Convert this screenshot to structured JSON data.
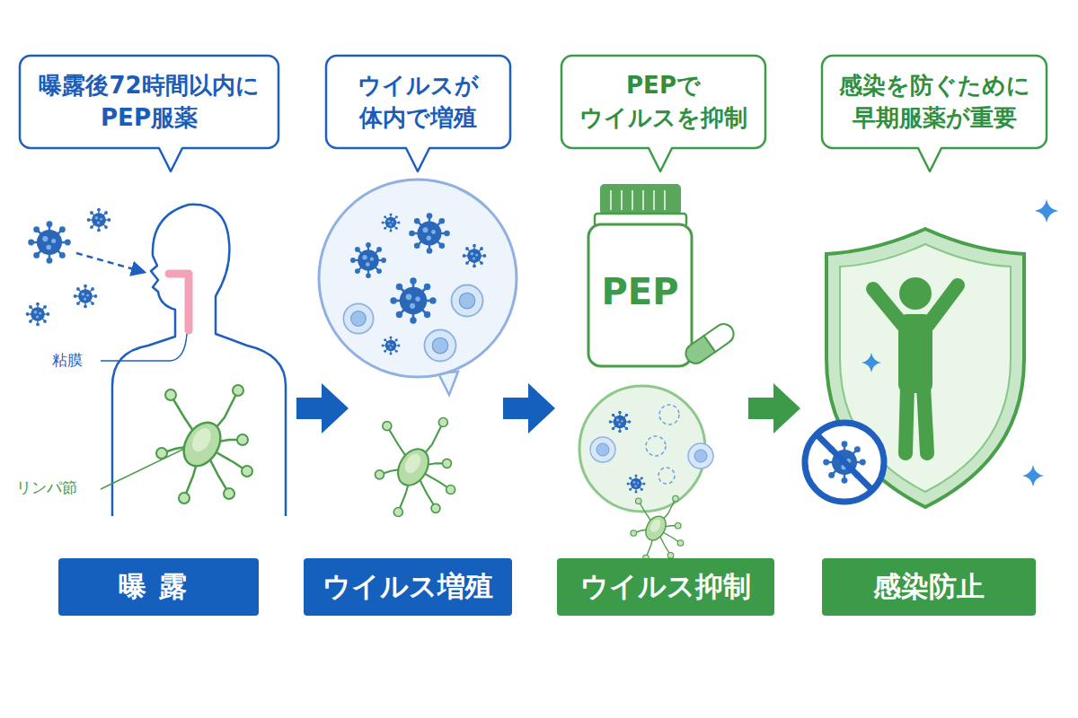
{
  "diagram": {
    "nodes": [
      {
        "text": [
          "曝露後72時間以内に PEP服薬"
        ]
      },
      {
        "text": [
          "ウイルスが 体内で増殖"
        ]
      },
      {
        "text": [
          "PEPで ウイルスを抑制"
        ]
      },
      {
        "text": [
          "感染を防ぐために 早期服薬が重要"
        ]
      },
      {
        "text": [
          "曝露"
        ]
      },
      {
        "text": [
          "ウイルス増殖"
        ]
      },
      {
        "text": [
          "ウイルス抑制"
        ]
      },
      {
        "text": [
          "感染防止"
        ]
      }
    ],
    "labels": [
      "粘膜",
      "リンパ節",
      "PEP"
    ]
  }
}
